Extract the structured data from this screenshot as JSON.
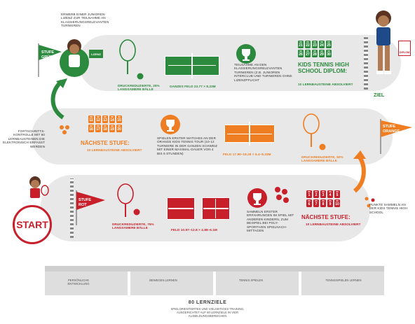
{
  "start": {
    "label": "START"
  },
  "ziel": {
    "label": "ZIEL"
  },
  "stages": {
    "gruen": {
      "flag_label": "STUFE\nGRÜN",
      "color": "#2c8a3f"
    },
    "orange": {
      "flag_label": "STUFE\nORANGE",
      "color": "#ef7d22"
    },
    "rot": {
      "flag_label": "STUFE\nROT",
      "color": "#c8202b"
    }
  },
  "top_row": {
    "junior_license_note": "ERWERB EINER JUNIOREN-LIZENZ ZUR TEILNAHME AN KLASSIERUNGSRELEVANTEN TURNIEREN",
    "license_card": "LIZENZ",
    "ball_note": "DRUCKREDUZIERTE, 25% LANGSAMERE BÄLLE",
    "field_note": "GANZES FELD 23.77 × 8.23m",
    "trophy_note": "TEILNAHME AN DEN KLASSIERUNGSRELEVANTEN TURNIEREN (Z.B. JUNIOREN INTERCLUB UND TURNIEREN OHNE LIZENZPFLICHT",
    "tiles": [
      "21",
      "22",
      "23",
      "24",
      "25",
      "26",
      "27",
      "28",
      "29",
      "30"
    ],
    "diploma_title": "KIDS TENNIS HIGH SCHOOL DIPLOM:",
    "diploma_sub": "10 LERNBAUSTEINE ABSOLVIERT",
    "diploma_card": "DIPLOM"
  },
  "middle_row": {
    "progress_note": "FORTSCHRITTS-KONTROLLE MIT 80 LERNBAUSTEINEN DIE ELEKTRONISCH ERFASST WERDEN",
    "tiles": [
      "11",
      "12",
      "13",
      "14",
      "15",
      "16",
      "17",
      "18",
      "19",
      "20"
    ],
    "next_title": "NÄCHSTE STUFE:",
    "next_sub": "10 LERNBAUSTEINE ABSOLVIERT",
    "match_note": "SPIELEN ERSTER MATCHES AN DER ORANGE KIDS TENNIS TOUR (10-12 TURNIERE IN DER GANZEN SCHWEIZ MIT EINER MAXIMAL-DAUER VON 4 BIS 6 STUNDEN)",
    "field_note": "FELD 17.90–18.29 × 6.4–8.23m",
    "ball_note": "DRUCKREDUZIERTE, 50% LANGSAMERE BÄLLE"
  },
  "bottom_row": {
    "ball_note": "DRUCKREDUZIERTE, 75% LANGSAMERE BÄLLE",
    "field_note": "FELD 10.97–12.8 × 4.88–6.1m",
    "game_note": "SAMMELN ERSTER ERFAHRUNGEN IM SPIEL MIT ANDEREN KINDERN, ZUM BEISPIEL BEI POLY-SPORTIVEN SPIELNACH-MITTAGEN",
    "tiles": [
      "1",
      "2",
      "3",
      "4",
      "5",
      "6",
      "7",
      "8",
      "9",
      "10"
    ],
    "next_title": "NÄCHSTE STUFE:",
    "next_sub": "10 LERNBAUSTEINE ABSOLVIERT",
    "points_note": "PUNKTE SAMMELN AN DER KIDS TENNIS HIGH SCHOOL"
  },
  "learning_areas": [
    {
      "label": "PERSÖNLICHE ENTWICKLUNG"
    },
    {
      "label": "BEWEGEN LERNEN"
    },
    {
      "label": "TENNIS SPIELEN"
    },
    {
      "label": "TENNISSPIELEN LERNEN"
    }
  ],
  "footer": {
    "title": "80 LERNZIELE",
    "text": "SPIELORIENTIERTES UND VIELSEITIGES TRAINING, AUSGERICHTET AUF 80 LERNZIELE IN VIER AUSBILDUNGSBEREICHEN"
  }
}
